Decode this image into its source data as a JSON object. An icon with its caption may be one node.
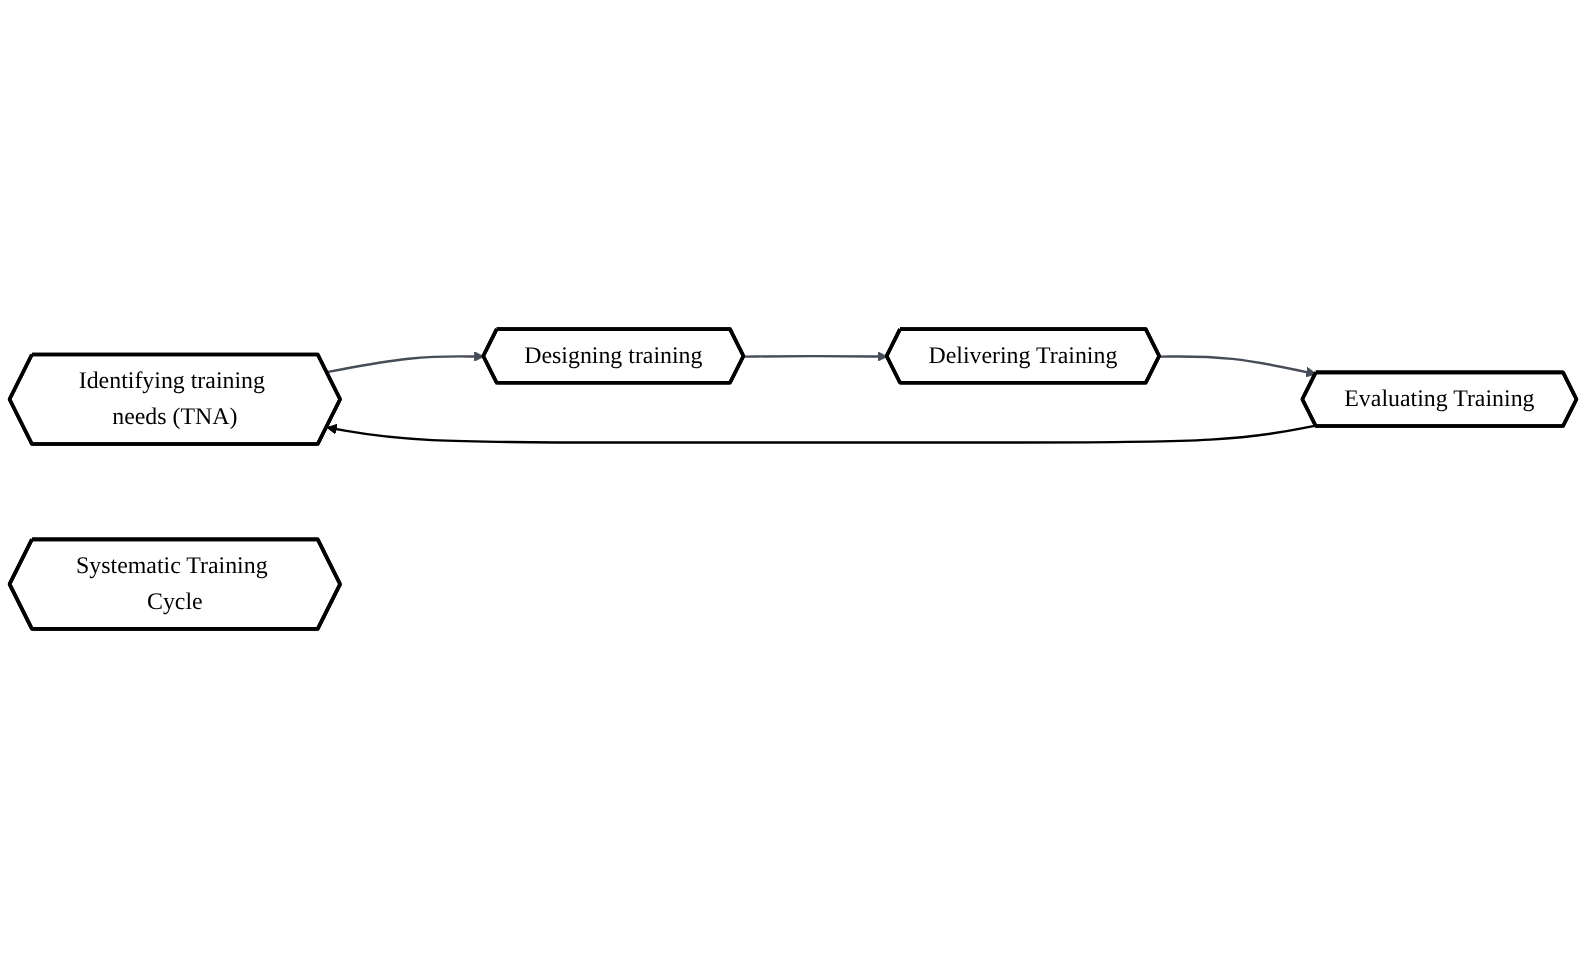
{
  "diagram": {
    "nodes": [
      {
        "text": [
          "Identifying training needs (TNA)"
        ]
      },
      {
        "text": [
          "Designing training"
        ]
      },
      {
        "text": [
          "Systematic Training Cycle"
        ]
      },
      {
        "text": [
          "Evaluating Training"
        ]
      },
      {
        "text": [
          "Delivering Training"
        ]
      }
    ],
    "edges": [
      {
        "from": 0,
        "to": 1,
        "arrow": "to"
      },
      {
        "from": 1,
        "to": 4,
        "arrow": "to"
      },
      {
        "from": 4,
        "to": 3,
        "arrow": "to"
      },
      {
        "from": 3,
        "to": 0,
        "arrow": "to",
        "color": "#000000"
      }
    ]
  }
}
